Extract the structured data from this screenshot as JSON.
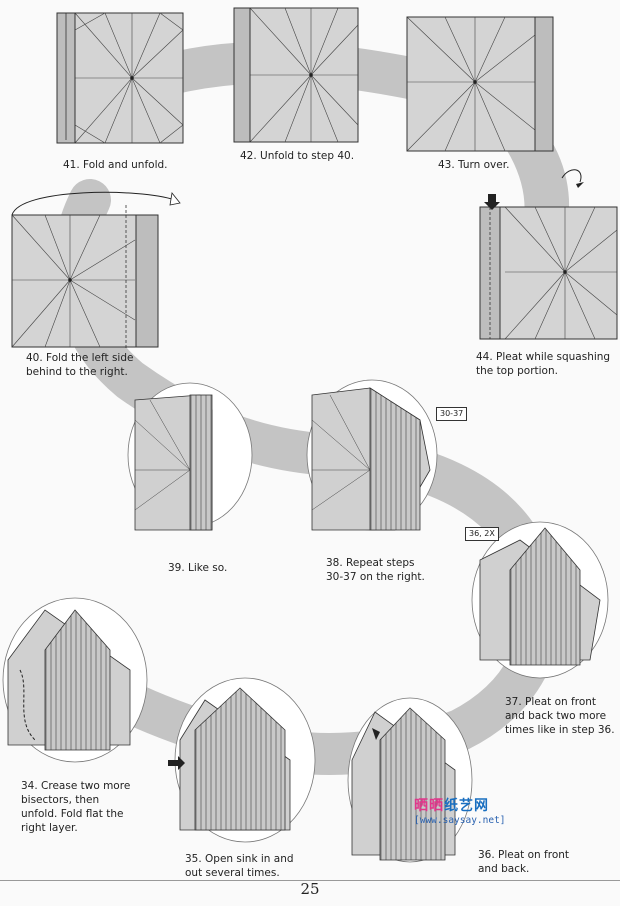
{
  "page": {
    "number": "25"
  },
  "steps": [
    {
      "id": "41",
      "caption": "41. Fold and unfold."
    },
    {
      "id": "42",
      "caption": "42. Unfold to step 40."
    },
    {
      "id": "43",
      "caption": "43. Turn over."
    },
    {
      "id": "40",
      "caption": "40. Fold the left side\nbehind to the right."
    },
    {
      "id": "44",
      "caption": "44. Pleat while squashing\nthe top portion."
    },
    {
      "id": "39",
      "caption": "39. Like so."
    },
    {
      "id": "38",
      "caption": "38. Repeat steps\n30-37 on the right."
    },
    {
      "id": "37",
      "caption": "37. Pleat on front\nand back two more\ntimes like in step 36."
    },
    {
      "id": "34",
      "caption": "34. Crease two more\nbisectors, then\nunfold. Fold flat the\nright layer."
    },
    {
      "id": "35",
      "caption": "35. Open sink in and\nout several times."
    },
    {
      "id": "36",
      "caption": "36. Pleat on front\nand back."
    }
  ],
  "tags": {
    "repeat_range": "30-37",
    "repeat_count": "36, 2X"
  },
  "watermark": {
    "name_pink": "晒晒",
    "name_blue": "纸艺网",
    "url": "[www.saysay.net]"
  }
}
